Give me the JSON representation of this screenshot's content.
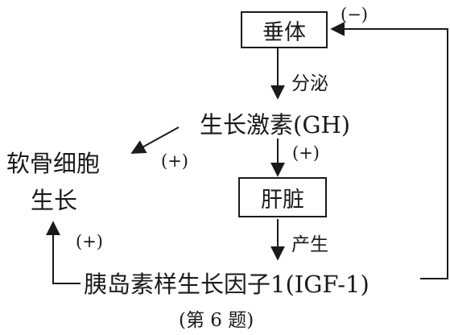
{
  "nodes": {
    "pituitary": "垂体",
    "gh": "生长激素(GH)",
    "liver": "肝脏",
    "igf": "胰岛素样生长因子1(IGF-1)",
    "cartilage_line1": "软骨细胞",
    "cartilage_line2": "生长"
  },
  "edge_labels": {
    "secrete": "分泌",
    "produce": "产生",
    "gh_to_liver": "(+)",
    "gh_to_cartilage": "(+)",
    "igf_to_cartilage": "(+)",
    "igf_to_pituitary": "(−)"
  },
  "caption": "(第 6 题)"
}
